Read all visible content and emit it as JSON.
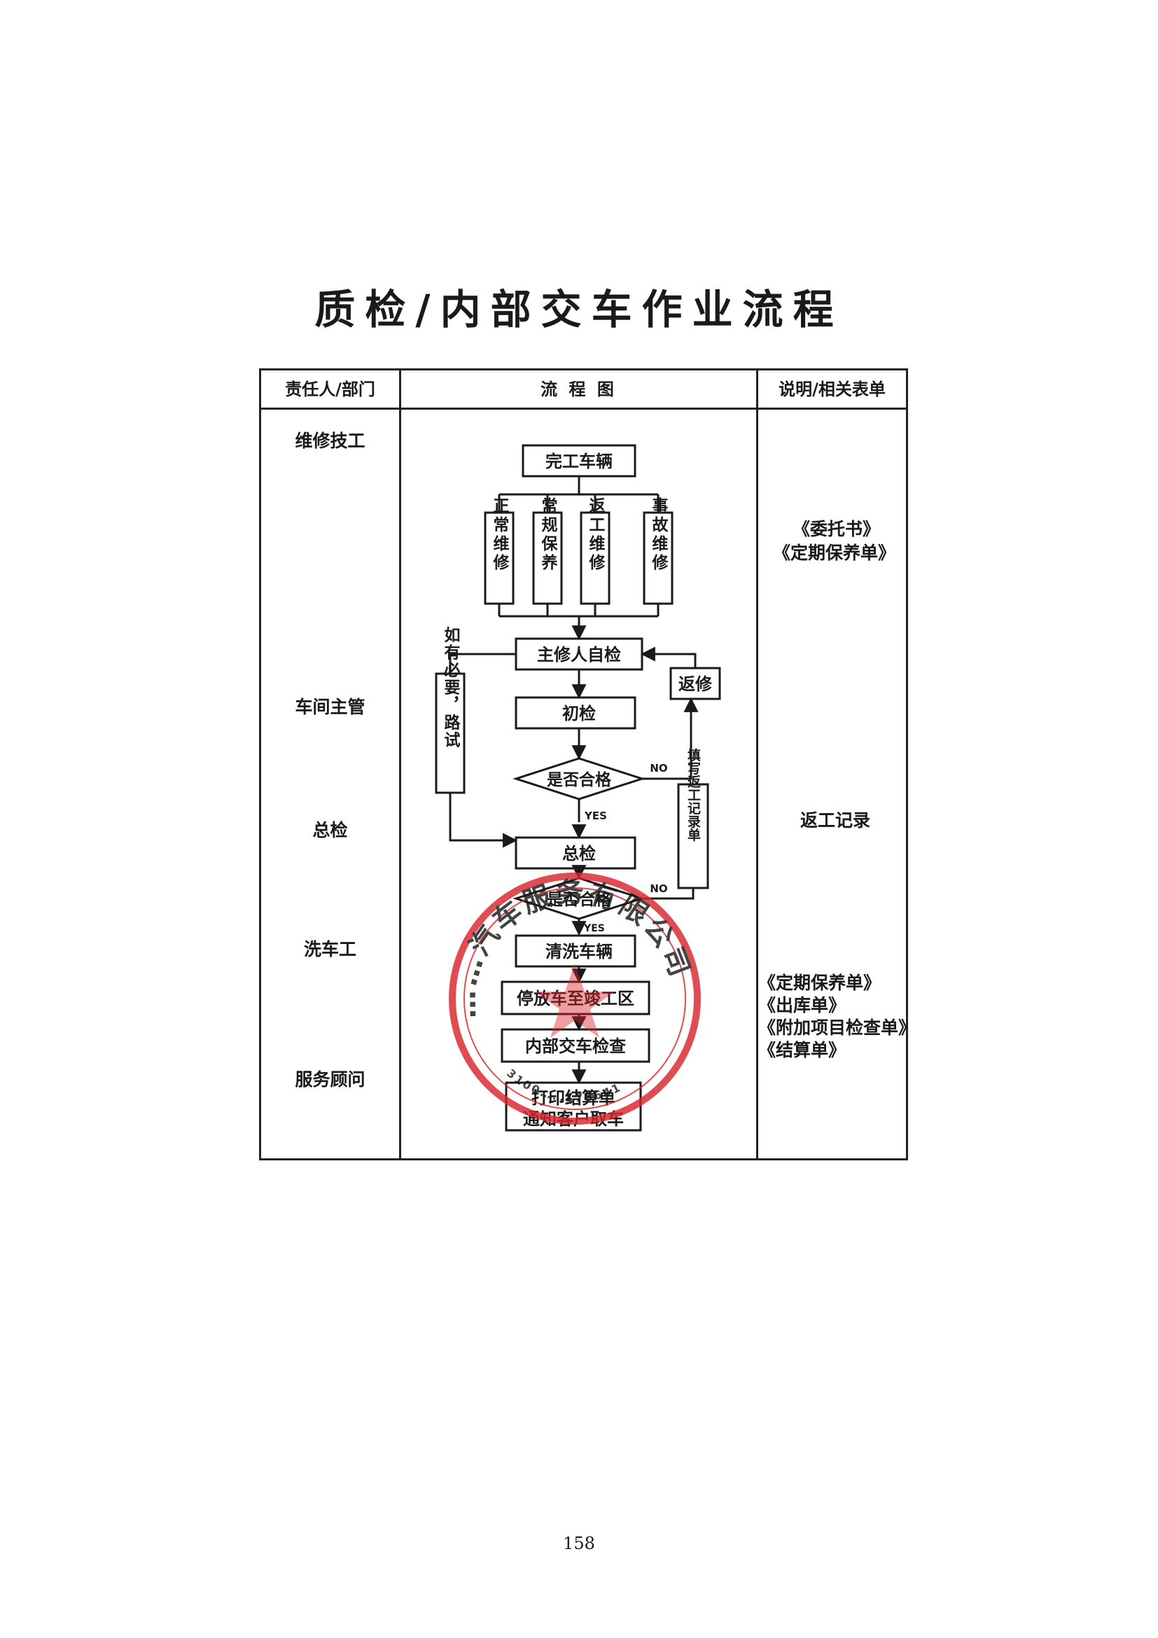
{
  "page": {
    "title": "质检/内部交车作业流程",
    "page_number": "158"
  },
  "table": {
    "headers": [
      "责任人/部门",
      "流 程 图",
      "说明/相关表单"
    ],
    "roles": [
      "维修技工",
      "车间主管",
      "总检",
      "洗车工",
      "服务顾问"
    ],
    "notes": [
      [
        "《委托书》",
        "《定期保养单》"
      ],
      [
        "返工记录"
      ],
      [
        "《定期保养单》",
        "《出库单》",
        "《附加项目检查单》",
        "《结算单》"
      ]
    ]
  },
  "flow": {
    "start": "完工车辆",
    "branches": [
      "正常维修",
      "常规保养",
      "返工维修",
      "事故维修"
    ],
    "self_check": "主修人自检",
    "rework": "返修",
    "road_test": "如有必要，路试",
    "initial_check": "初检",
    "decision_1": "是否合格",
    "no_1": "NO",
    "yes_1": "YES",
    "final_check": "总检",
    "rework_record": "填写返工记录单",
    "decision_2": "是否合格",
    "no_2": "NO",
    "yes_2": "YES",
    "wash": "清洗车辆",
    "park": "停放车至竣工区",
    "handover_check": "内部交车检查",
    "settle_1": "打印结算单",
    "settle_2": "通知客户取车"
  },
  "stamp": {
    "color": "#d9262c",
    "text": "……汽车服务有限公司",
    "number": "3100……178641"
  }
}
